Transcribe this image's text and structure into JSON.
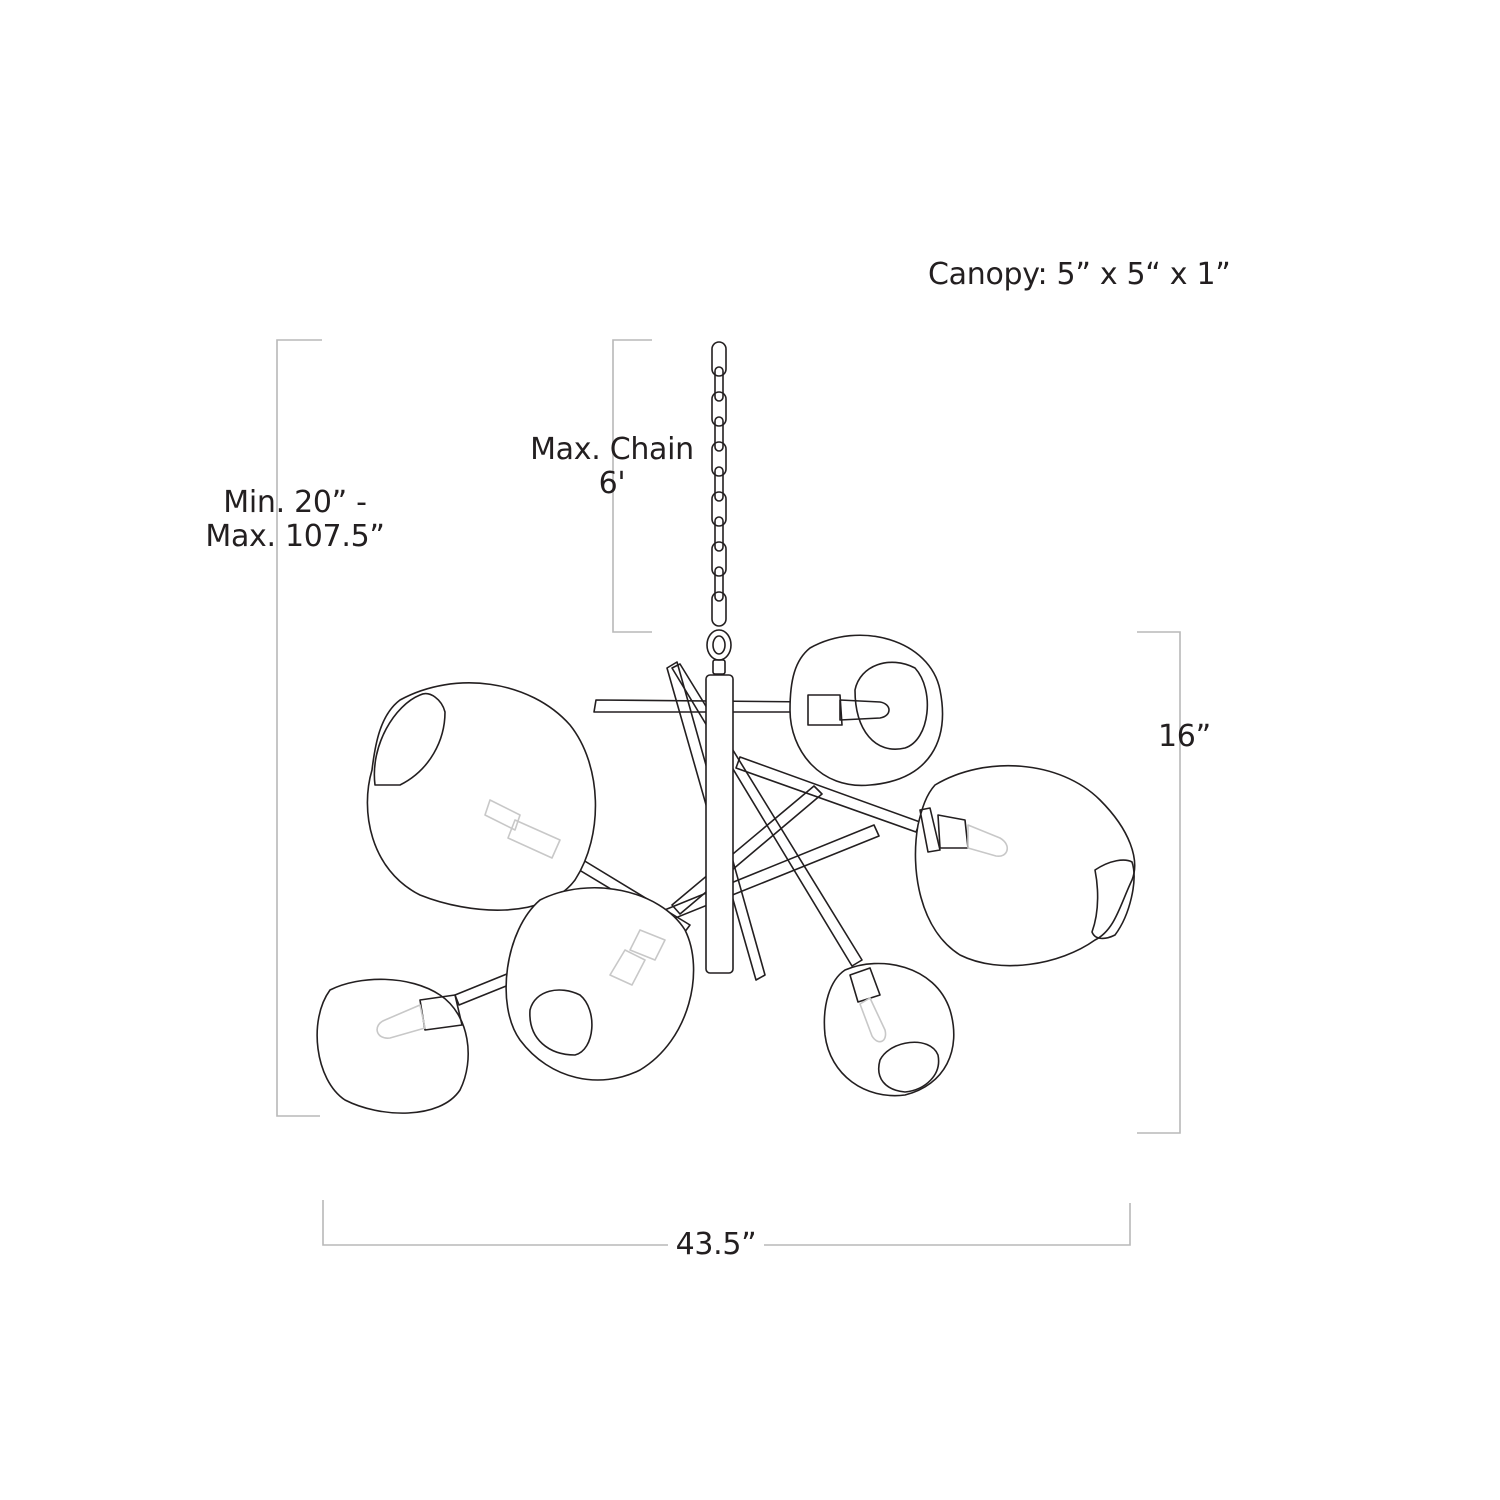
{
  "canopy_label": "Canopy: 5” x  5“ x 1”",
  "chain": {
    "line1": "Max. Chain",
    "line2": "6'"
  },
  "overall_height": {
    "line1": "Min. 20” -",
    "line2": "Max. 107.5”"
  },
  "body_height": "16”",
  "width": "43.5”",
  "colors": {
    "outline": "#231f20",
    "dimension_line": "#b8b8b8",
    "faded": "#c8c8c8"
  }
}
